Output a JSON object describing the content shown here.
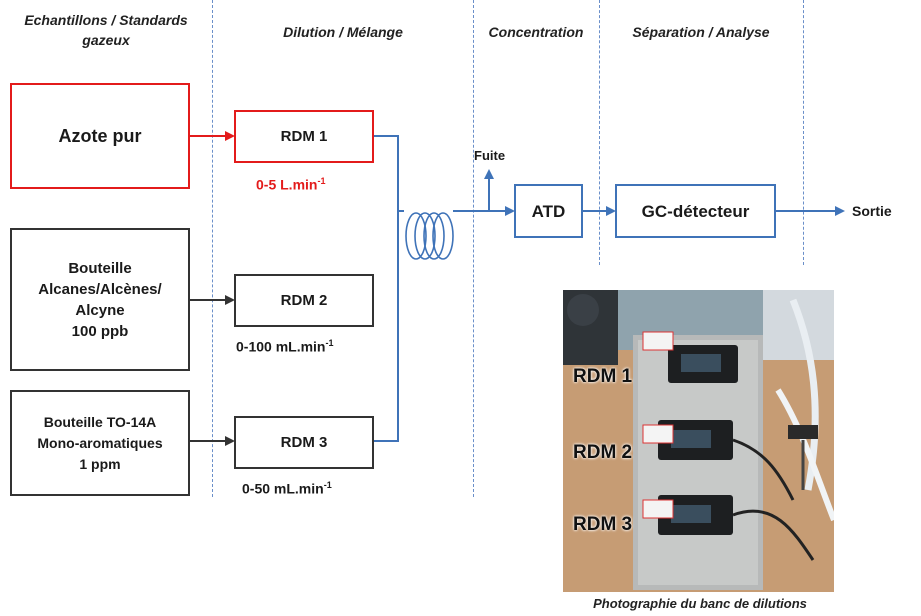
{
  "headers": {
    "samples_line1": "Echantillons / Standards",
    "samples_line2": "gazeux",
    "dilution": "Dilution / Mélange",
    "concentration": "Concentration",
    "separation": "Séparation / Analyse"
  },
  "sources": {
    "nitrogen": "Azote pur",
    "alkanes_line1": "Bouteille",
    "alkanes_line2": "Alcanes/Alcènes/",
    "alkanes_line3": "Alcyne",
    "alkanes_line4": "100 ppb",
    "to14a_line1": "Bouteille TO-14A",
    "to14a_line2": "Mono-aromatiques",
    "to14a_line3": "1 ppm"
  },
  "controllers": {
    "rdm1": "RDM 1",
    "rdm1_range": "0-5 L.min",
    "rdm1_exp": "-1",
    "rdm2": "RDM 2",
    "rdm2_range": "0-100 mL.min",
    "rdm2_exp": "-1",
    "rdm3": "RDM 3",
    "rdm3_range": "0-50 mL.min",
    "rdm3_exp": "-1"
  },
  "process": {
    "leak": "Fuite",
    "atd": "ATD",
    "gc": "GC-détecteur",
    "outlet": "Sortie"
  },
  "photo": {
    "label1": "RDM 1",
    "label2": "RDM 2",
    "label3": "RDM 3",
    "caption": "Photographie du banc de dilutions"
  },
  "colors": {
    "red": "#e31b1b",
    "blue": "#3f73b8",
    "dark": "#333333"
  }
}
